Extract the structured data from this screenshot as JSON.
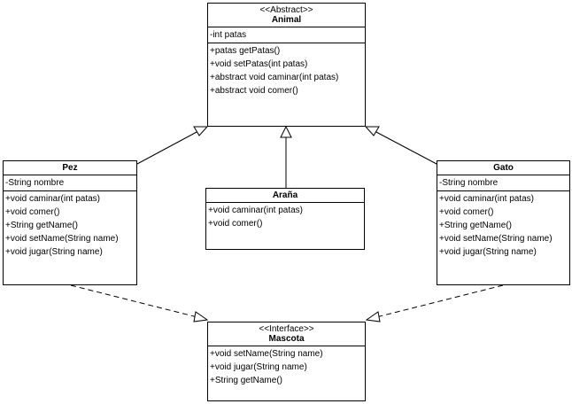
{
  "animal": {
    "stereotype": "<<Abstract>>",
    "name": "Animal",
    "attributes": [
      "-int patas"
    ],
    "methods": [
      "+patas getPatas()",
      "+void setPatas(int patas)",
      "+abstract void caminar(int patas)",
      "+abstract void comer()"
    ]
  },
  "pez": {
    "name": "Pez",
    "attributes": [
      "-String nombre"
    ],
    "methods": [
      "+void caminar(int patas)",
      "+void comer()",
      "+String getName()",
      "+void setName(String name)",
      "+void jugar(String name)"
    ]
  },
  "arana": {
    "name": "Araña",
    "methods": [
      "+void caminar(int patas)",
      "+void comer()"
    ]
  },
  "gato": {
    "name": "Gato",
    "attributes": [
      "-String nombre"
    ],
    "methods": [
      "+void caminar(int patas)",
      "+void comer()",
      "+String getName()",
      "+void setName(String name)",
      "+void jugar(String name)"
    ]
  },
  "mascota": {
    "stereotype": "<<Interface>>",
    "name": "Mascota",
    "methods": [
      "+void setName(String name)",
      "+void jugar(String name)",
      "+String getName()"
    ]
  }
}
